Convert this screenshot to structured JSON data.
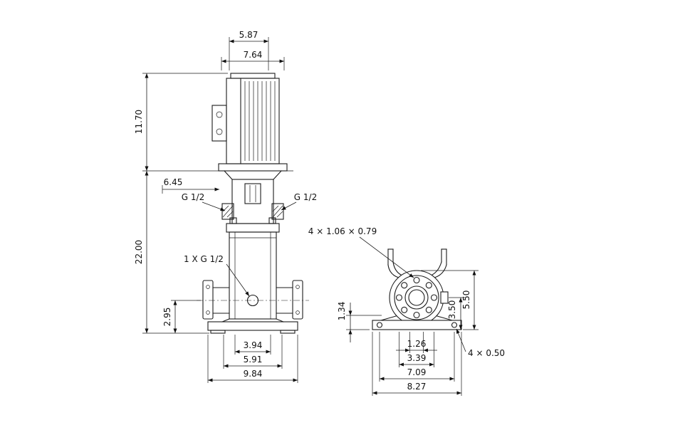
{
  "drawing": {
    "background": "#ffffff",
    "line_color": "#1b1b1b"
  },
  "front_view": {
    "dims": {
      "top_width_inner": "5.87",
      "top_width_outer": "7.64",
      "motor_height": "11.70",
      "head_length": "6.45",
      "port_left": "G 1/2",
      "port_right": "G 1/2",
      "total_height": "22.00",
      "drain_port": "1 X G 1/2",
      "port_center_height": "2.95",
      "width_inner": "3.94",
      "width_mid": "5.91",
      "width_overall": "9.84"
    }
  },
  "side_view": {
    "dims": {
      "flange_hole_note": "4 × 1.06  × 0.79",
      "foot_height": "1.34",
      "port_axis_height": "3.50",
      "overall_height": "5.50",
      "bolt_spacing_inner": "1.26",
      "bolt_spacing_outer": "3.39",
      "base_hole_spacing": "7.09",
      "base_width": "8.27",
      "base_hole_note": "4  × 0.50"
    }
  }
}
